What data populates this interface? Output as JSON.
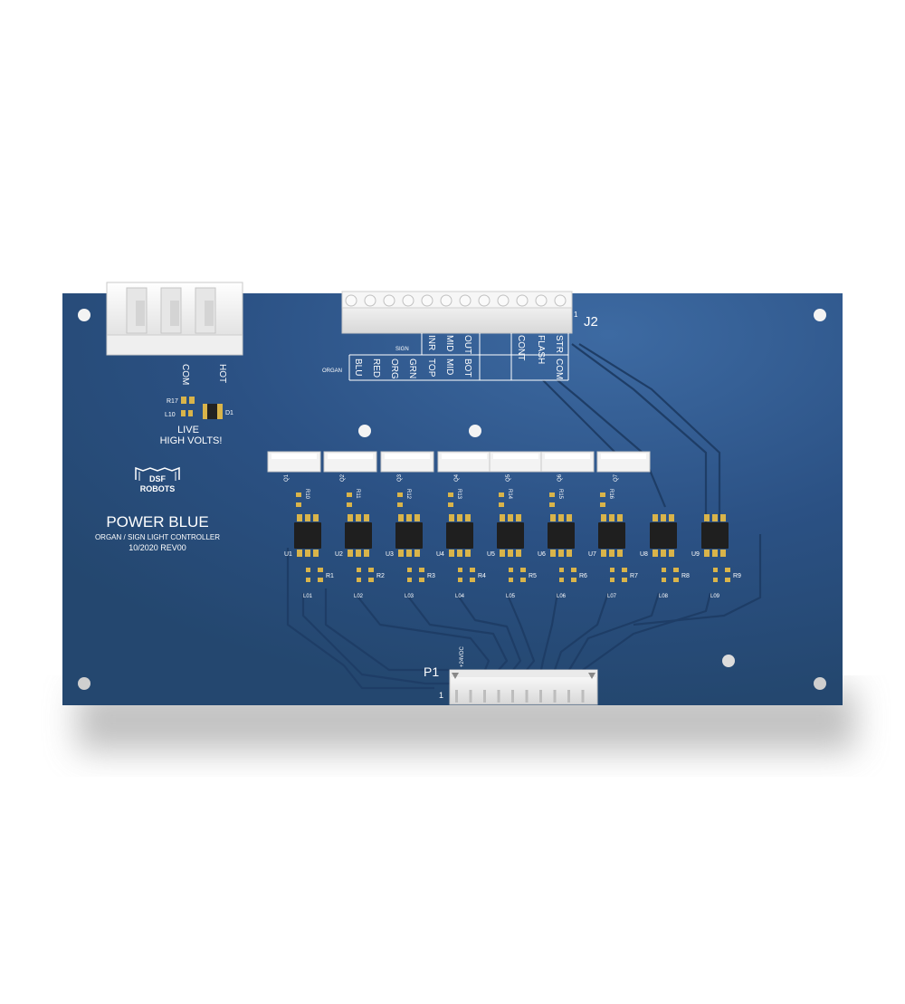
{
  "board": {
    "title": "POWER BLUE",
    "subtitle": "ORGAN / SIGN LIGHT CONTROLLER",
    "revision": "10/2020 REV00",
    "warning_line1": "LIVE",
    "warning_line2": "HIGH VOLTS!",
    "logo_line1": "DSF",
    "logo_line2": "ROBOTS",
    "colors": {
      "pcb": "#2b4f80",
      "silkscreen": "#ffffff",
      "pads": "#d9b44a",
      "connector": "#f1f1f1",
      "chip": "#1f1f1f"
    }
  },
  "power_connector": {
    "com_label": "COM",
    "hot_label": "HOT"
  },
  "power_parts": {
    "r17": "R17",
    "l10": "L10",
    "d1": "D1"
  },
  "j2": {
    "ref": "J2",
    "pin1": "1",
    "sign_label": "SIGN",
    "organ_label": "ORGAN",
    "sign_cols": [
      "INR",
      "MID",
      "OUT",
      "",
      "CONT",
      "FLASH",
      "STR"
    ],
    "organ_cols": [
      "BLU",
      "RED",
      "ORG",
      "GRN",
      "TOP",
      "MID",
      "BOT",
      "",
      "",
      "COM"
    ]
  },
  "triacs": [
    "Q1",
    "Q2",
    "Q3",
    "Q4",
    "Q5",
    "Q6",
    "Q7"
  ],
  "upper_resistors": [
    "R10",
    "R11",
    "R12",
    "R13",
    "R14",
    "R15",
    "R16"
  ],
  "opto_chips": [
    "U1",
    "U2",
    "U3",
    "U4",
    "U5",
    "U6",
    "U7",
    "U8",
    "U9"
  ],
  "lower_resistors": [
    "R1",
    "R2",
    "R3",
    "R4",
    "R5",
    "R6",
    "R7",
    "R8",
    "R9"
  ],
  "leds": [
    "L01",
    "L02",
    "L03",
    "L04",
    "L05",
    "L06",
    "L07",
    "L08",
    "L09"
  ],
  "p1": {
    "ref": "P1",
    "pin1": "1",
    "voltage_label": "+24VDC"
  }
}
